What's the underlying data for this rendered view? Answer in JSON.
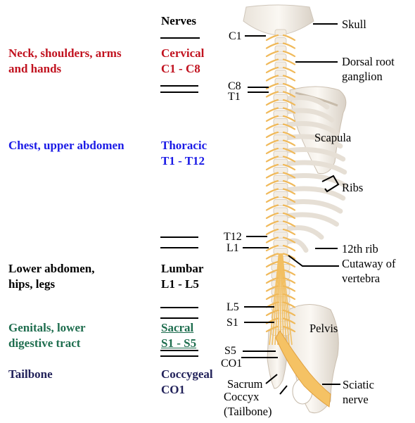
{
  "colors": {
    "cervical": "#c1121f",
    "thoracic": "#1a1ae6",
    "lumbar": "#000000",
    "sacral": "#1f6e4f",
    "coccygeal": "#22225a"
  },
  "header": {
    "nerves": "Nerves"
  },
  "regions": [
    {
      "key": "cervical",
      "area": [
        "Neck, shoulders, arms",
        "and hands"
      ],
      "nerve": [
        "Cervical",
        "C1 - C8"
      ]
    },
    {
      "key": "thoracic",
      "area": [
        "Chest, upper abdomen"
      ],
      "nerve": [
        "Thoracic",
        "T1 - T12"
      ]
    },
    {
      "key": "lumbar",
      "area": [
        "Lower abdomen,",
        "hips, legs"
      ],
      "nerve": [
        "Lumbar",
        "L1 - L5"
      ]
    },
    {
      "key": "sacral",
      "area": [
        "Genitals, lower",
        "digestive tract"
      ],
      "nerve": [
        "Sacral",
        "S1 - S5"
      ]
    },
    {
      "key": "coccygeal",
      "area": [
        "Tailbone"
      ],
      "nerve": [
        "Coccygeal",
        "CO1"
      ]
    }
  ],
  "vertebra_labels": {
    "c1": "C1",
    "c8": "C8",
    "t1": "T1",
    "t12": "T12",
    "l1": "L1",
    "l5": "L5",
    "s1": "S1",
    "s5": "S5",
    "co1": "CO1"
  },
  "anatomy_labels": {
    "skull": "Skull",
    "dorsal_root": [
      "Dorsal root",
      "ganglion"
    ],
    "scapula": "Scapula",
    "ribs": "Ribs",
    "rib12": "12th rib",
    "cutaway": [
      "Cutaway of",
      "vertebra"
    ],
    "pelvis": "Pelvis",
    "sacrum": "Sacrum",
    "coccyx": [
      "Coccyx",
      "(Tailbone)"
    ],
    "sciatic": [
      "Sciatic",
      "nerve"
    ]
  }
}
